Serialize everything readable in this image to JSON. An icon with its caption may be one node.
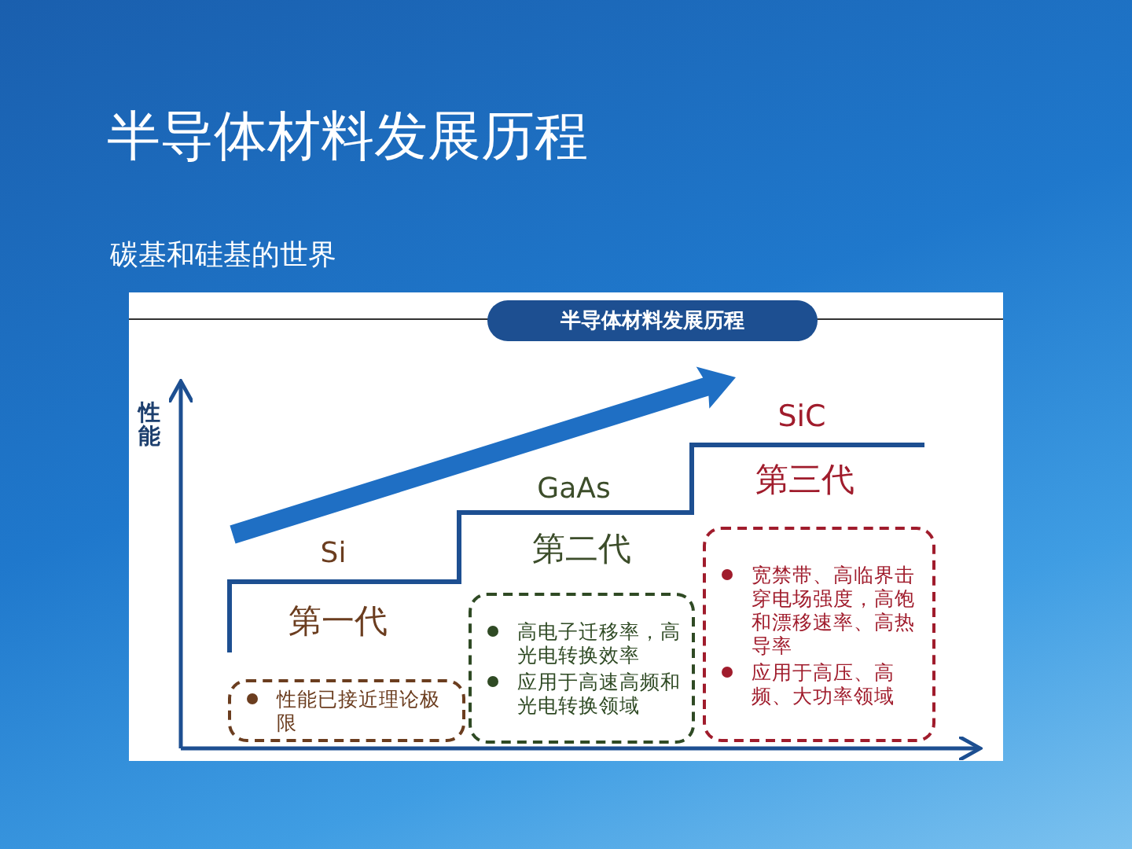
{
  "diagram": {
    "title": "半导体材料发展历程",
    "nodes": [
      {
        "text": [
          "半导体材料发展历程"
        ]
      },
      {
        "text": [
          "性能已接近理论极限"
        ]
      },
      {
        "text": [
          "高电子迁移率，高光电转换效率",
          "应用于高速高频和光电转换领域"
        ]
      },
      {
        "text": [
          "宽禁带、高临界击穿电场强度，高饱和漂移速率、高热导率",
          "应用于高压、高频、大功率领域"
        ]
      }
    ],
    "labels": [
      "碳基和硅基的世界",
      "性能",
      "SiC",
      "GaAs",
      "第三代",
      "Si",
      "第二代",
      "第一代"
    ]
  }
}
